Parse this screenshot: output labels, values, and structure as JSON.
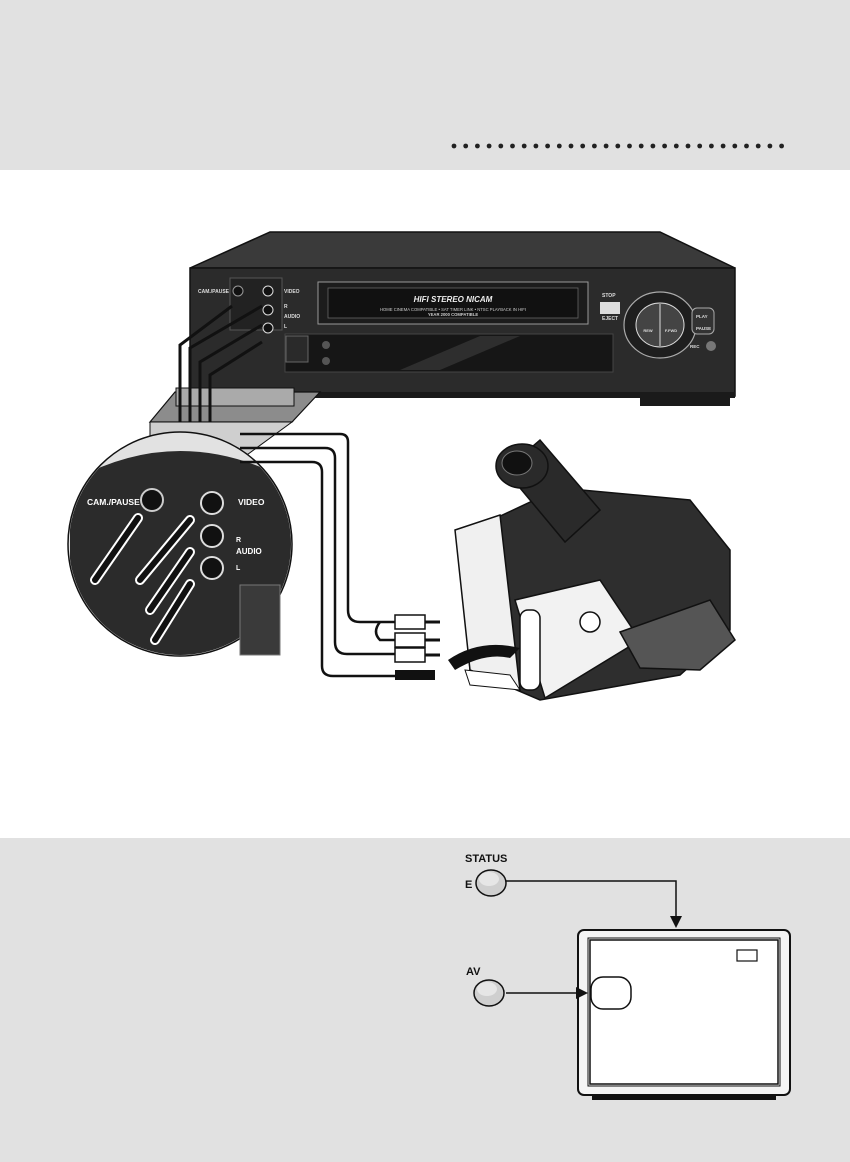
{
  "vcr": {
    "display_title": "HIFI STEREO NICAM",
    "display_line1": "HOME CINEMA COMPATIBLE • SAT TIMER LINK • NTSC PLAYBACK IN HIFI",
    "display_line2": "YEAR 2000 COMPATIBLE",
    "cam_pause_small": "CAM./PAUSE",
    "video_small": "VIDEO",
    "r_small": "R",
    "audio_small": "AUDIO",
    "l_small": "L",
    "stop_label": "STOP",
    "eject_label": "EJECT",
    "play_label": "PLAY",
    "pause_label": "PAUSE",
    "rec_label": "REC",
    "rew_label": "REW",
    "ffwd_label": "F.FWD"
  },
  "zoom": {
    "cam_pause": "CAM./PAUSE",
    "video": "VIDEO",
    "r": "R",
    "audio": "AUDIO",
    "l": "L"
  },
  "remote": {
    "status_label": "STATUS",
    "e_label": "E",
    "av_label": "AV"
  },
  "colors": {
    "band": "#e1e1e1",
    "vcr_body": "#2b2b2b",
    "line": "#111111"
  }
}
